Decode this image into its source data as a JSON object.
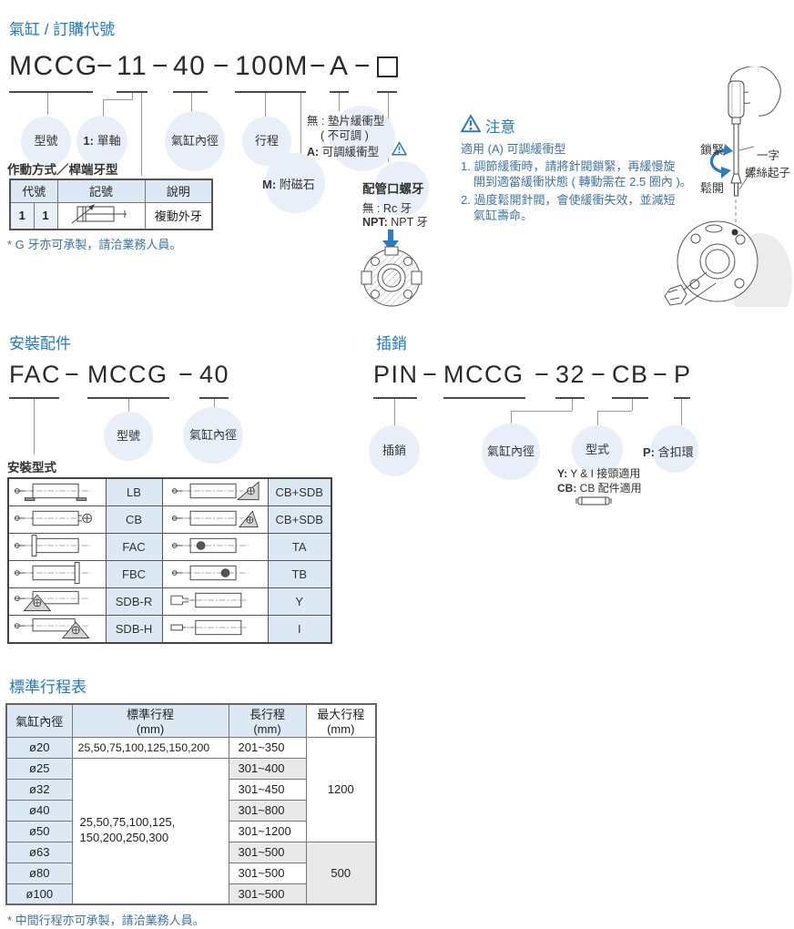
{
  "dash": "−",
  "colors": {
    "accent": "#2279be",
    "note_blue": "#41749f",
    "bubble_fill": "#e9eff8",
    "header_fill": "#dce8f4",
    "zebra": "#e9e9e9",
    "arrow_blue": "#2e7abf"
  },
  "cyl": {
    "title": "氣缸 / 訂購代號",
    "code": {
      "s1": "MCCG",
      "s2": "11",
      "s3": "40",
      "s4": "100M",
      "s5": "A"
    },
    "callout_model": "型號",
    "callout_single_prefix": "1:",
    "callout_single": " 單軸",
    "callout_bore": "氣缸內徑",
    "callout_stroke": "行程",
    "cushion1": "無 : 墊片緩衝型",
    "cushion2": "( 不可調 )",
    "cushion3_prefix": "A:",
    "cushion3": " 可調緩衝型",
    "magnet_prefix": "M:",
    "magnet": " 附磁石",
    "port_title": "配管口螺牙",
    "port1": "無 : Rc 牙",
    "port2_prefix": "NPT:",
    "port2": " NPT 牙",
    "action_title": "作動方式／桿端牙型",
    "action_h1": "代號",
    "action_h2": "記號",
    "action_h3": "說明",
    "action_c1": "1",
    "action_c2": "1",
    "action_desc": "複動外牙",
    "footnote": "* G 牙亦可承製，請洽業務人員。"
  },
  "caution": {
    "title": "注意",
    "subtitle": "適用 (A) 可調緩衝型",
    "l1": "1. 調節緩衝時，請將針閥鎖緊，再緩慢旋",
    "l2": "開到適當緩衝狀態 ( 轉動需在 2.5 圈內 )。",
    "l3": "2. 過度鬆開針閥，會使緩衝失效，並減短",
    "l4": "氣缸壽命。",
    "lock": "鎖緊",
    "loosen": "鬆開",
    "driver1": "一字",
    "driver2": "螺絲起子"
  },
  "mount": {
    "title": "安裝配件",
    "code": {
      "s1": "FAC",
      "s2": "MCCG",
      "s3": "40"
    },
    "callout_model": "型號",
    "callout_bore": "氣缸內徑",
    "table_title": "安裝型式",
    "rows": [
      {
        "l": "LB",
        "r": "CB+SDB"
      },
      {
        "l": "CB",
        "r": "CB+SDB"
      },
      {
        "l": "FAC",
        "r": "TA"
      },
      {
        "l": "FBC",
        "r": "TB"
      },
      {
        "l": "SDB-R",
        "r": "Y"
      },
      {
        "l": "SDB-H",
        "r": "I"
      }
    ]
  },
  "pin": {
    "title": "插銷",
    "code": {
      "s1": "PIN",
      "s2": "MCCG",
      "s3": "32",
      "s4": "CB",
      "s5": "P"
    },
    "callout_pin": "插銷",
    "callout_bore": "氣缸內徑",
    "callout_type": "型式",
    "callout_p_prefix": "P:",
    "callout_p": " 含扣環",
    "note1_prefix": "Y:",
    "note1": " Y & I 接頭適用",
    "note2_prefix": "CB:",
    "note2": " CB 配件適用"
  },
  "stroke": {
    "title": "標準行程表",
    "h_bore": "氣缸內徑",
    "h_std": "標準行程",
    "h_long": "長行程",
    "h_max": "最大行程",
    "mm": "(mm)",
    "bores": [
      "ø20",
      "ø25",
      "ø32",
      "ø40",
      "ø50",
      "ø63",
      "ø80",
      "ø100"
    ],
    "std_first": "25,50,75,100,125,150,200",
    "std_merged_1": "25,50,75,100,125,",
    "std_merged_2": "150,200,250,300",
    "long": [
      "201~350",
      "301~400",
      "301~450",
      "301~800",
      "301~1200",
      "301~500",
      "301~500",
      "301~500"
    ],
    "max_top": "1200",
    "max_bottom": "500",
    "footnote": "* 中間行程亦可承製，請洽業務人員。"
  }
}
